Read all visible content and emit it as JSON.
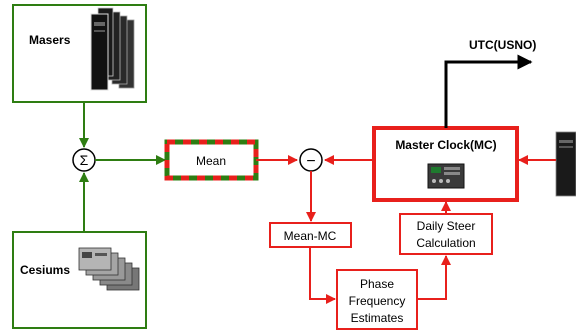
{
  "nodes": {
    "masers": "Masers",
    "cesiums": "Cesiums",
    "sigma": "Σ",
    "mean": "Mean",
    "minus": "−",
    "mean_mc": "Mean-MC",
    "phase_line1": "Phase",
    "phase_line2": "Frequency",
    "phase_line3": "Estimates",
    "steer_line1": "Daily Steer",
    "steer_line2": "Calculation",
    "master_clock": "Master Clock(MC)",
    "utc_output": "UTC(USNO)"
  },
  "colors": {
    "green": "#2e7d12",
    "red": "#e8201c",
    "black": "#000000"
  },
  "icons": {
    "maser_units": "server-rack-icon",
    "cesium_units": "instrument-stack-icon",
    "master_clock_device": "rack-device-icon",
    "offscreen_device": "rack-device-icon"
  }
}
